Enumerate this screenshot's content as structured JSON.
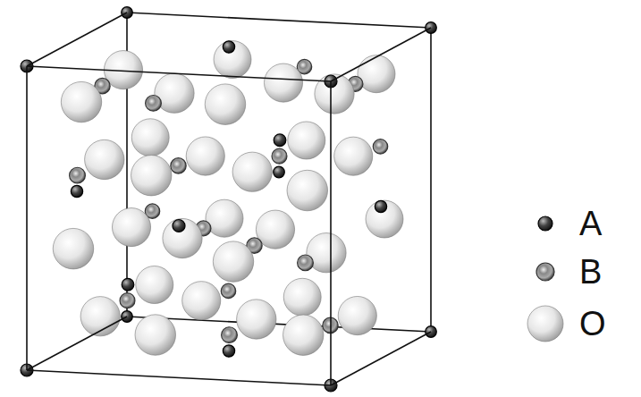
{
  "diagram": {
    "legend": [
      {
        "text": "A"
      },
      {
        "text": "B"
      },
      {
        "text": "O"
      }
    ]
  }
}
